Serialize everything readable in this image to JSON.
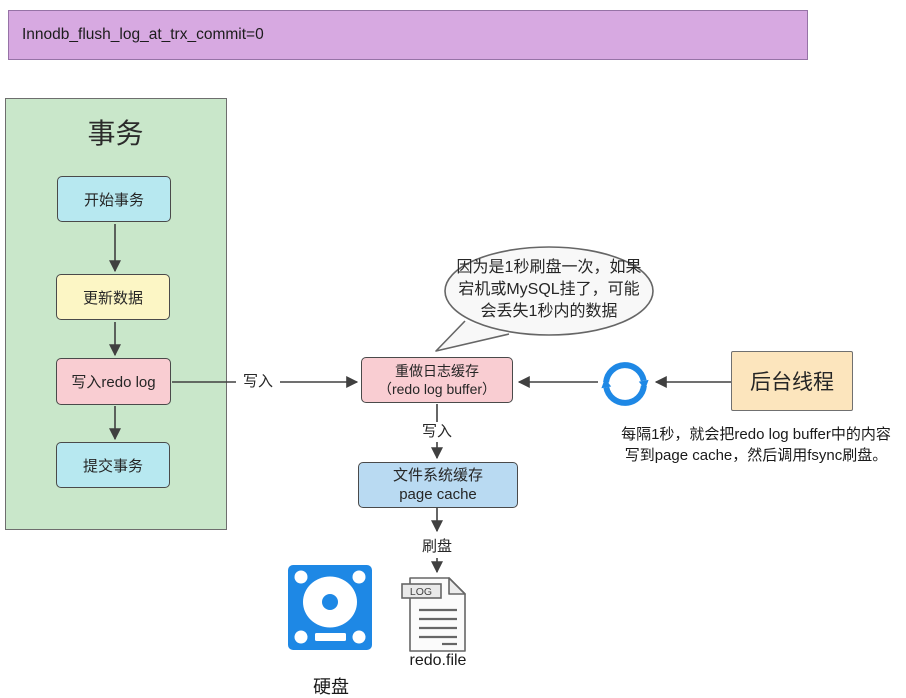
{
  "banner": {
    "text": "Innodb_flush_log_at_trx_commit=0"
  },
  "transaction": {
    "title": "事务",
    "steps": [
      {
        "label": "开始事务"
      },
      {
        "label": "更新数据"
      },
      {
        "label": "写入redo log"
      },
      {
        "label": "提交事务"
      }
    ]
  },
  "bubble": {
    "line1": "因为是1秒刷盘一次，如果",
    "line2": "宕机或MySQL挂了，可能",
    "line3": "会丢失1秒内的数据"
  },
  "redo_buffer": {
    "line1": "重做日志缓存",
    "line2": "（redo log buffer）"
  },
  "page_cache": {
    "line1": "文件系统缓存",
    "line2": "page cache"
  },
  "background_thread": {
    "label": "后台线程"
  },
  "edge_labels": {
    "write_to_buffer": "写入",
    "write_to_cache": "写入",
    "flush": "刷盘"
  },
  "caption": {
    "line1": "每隔1秒，就会把redo log buffer中的内容",
    "line2": "写到page cache，然后调用fsync刷盘。"
  },
  "disk": {
    "label": "硬盘"
  },
  "log_file": {
    "tag": "LOG",
    "label": "redo.file"
  },
  "colors": {
    "banner_fill": "#d7a9e1",
    "banner_border": "#9673a6",
    "group_fill": "#c9e7ca",
    "group_border": "#6e6e6e",
    "cyan_fill": "#b7e8f0",
    "yellow_fill": "#fcf6c5",
    "pink_fill": "#f9cdd2",
    "blue_fill": "#b9daf2",
    "orange_fill": "#fce5bd",
    "node_border": "#4a4a4a",
    "connector": "#404040",
    "icon_blue": "#1e88e5",
    "bubble_fill": "#f8f8f8",
    "bubble_border": "#666666"
  }
}
